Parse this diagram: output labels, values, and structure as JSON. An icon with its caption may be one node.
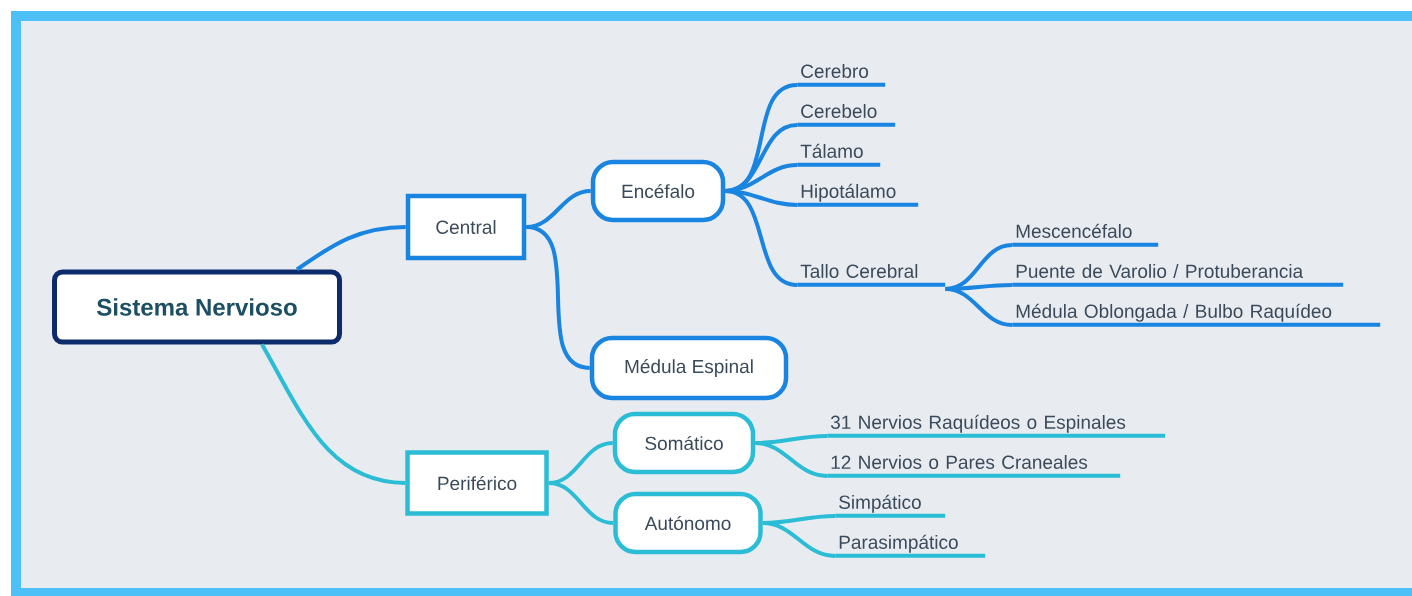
{
  "diagram": {
    "nodes": [
      {
        "text": [
          "Sistema Nervioso"
        ]
      },
      {
        "text": [
          "Central"
        ]
      },
      {
        "text": [
          "Encéfalo"
        ]
      },
      {
        "text": [
          "Cerebro"
        ]
      },
      {
        "text": [
          "Cerebelo"
        ]
      },
      {
        "text": [
          "Tálamo"
        ]
      },
      {
        "text": [
          "Hipotálamo"
        ]
      },
      {
        "text": [
          "Tallo Cerebral"
        ]
      },
      {
        "text": [
          "Mescencéfalo"
        ]
      },
      {
        "text": [
          "Puente de Varolio / Protuberancia"
        ]
      },
      {
        "text": [
          "Médula Oblongada / Bulbo Raquídeo"
        ]
      },
      {
        "text": [
          "Médula Espinal"
        ]
      },
      {
        "text": [
          "Periférico"
        ]
      },
      {
        "text": [
          "Somático"
        ]
      },
      {
        "text": [
          "31 Nervios Raquídeos o Espinales"
        ]
      },
      {
        "text": [
          "12 Nervios o Pares Craneales"
        ]
      },
      {
        "text": [
          "Autónomo"
        ]
      },
      {
        "text": [
          "Simpático"
        ]
      },
      {
        "text": [
          "Parasimpático"
        ]
      }
    ],
    "edges": [
      {
        "from": 0,
        "to": 1,
        "arrow": "none"
      },
      {
        "from": 1,
        "to": 2,
        "arrow": "none"
      },
      {
        "from": 2,
        "to": 3,
        "arrow": "none"
      },
      {
        "from": 2,
        "to": 4,
        "arrow": "none"
      },
      {
        "from": 2,
        "to": 5,
        "arrow": "none"
      },
      {
        "from": 2,
        "to": 6,
        "arrow": "none"
      },
      {
        "from": 2,
        "to": 7,
        "arrow": "none"
      },
      {
        "from": 7,
        "to": 8,
        "arrow": "none"
      },
      {
        "from": 7,
        "to": 9,
        "arrow": "none"
      },
      {
        "from": 7,
        "to": 10,
        "arrow": "none"
      },
      {
        "from": 1,
        "to": 11,
        "arrow": "none"
      },
      {
        "from": 0,
        "to": 12,
        "arrow": "none",
        "color": "#2bbcd6"
      },
      {
        "from": 12,
        "to": 13,
        "arrow": "none",
        "color": "#2bbcd6"
      },
      {
        "from": 13,
        "to": 14,
        "arrow": "none",
        "color": "#2bbcd6"
      },
      {
        "from": 13,
        "to": 15,
        "arrow": "none",
        "color": "#2bbcd6"
      },
      {
        "from": 12,
        "to": 16,
        "arrow": "none",
        "color": "#2bbcd6"
      },
      {
        "from": 16,
        "to": 17,
        "arrow": "none",
        "color": "#2bbcd6"
      },
      {
        "from": 16,
        "to": 18,
        "arrow": "none",
        "color": "#2bbcd6"
      }
    ]
  }
}
